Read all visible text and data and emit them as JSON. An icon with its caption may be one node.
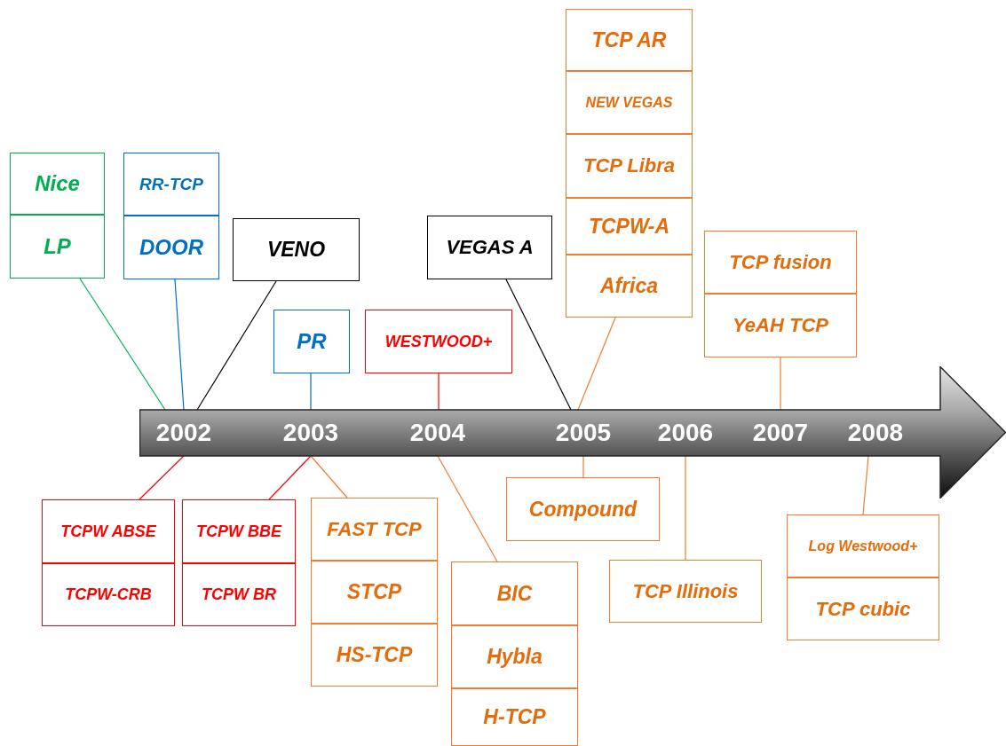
{
  "diagram": {
    "nodes": [
      {
        "text": [
          "Nice"
        ]
      },
      {
        "text": [
          "LP"
        ]
      },
      {
        "text": [
          "RR-TCP"
        ]
      },
      {
        "text": [
          "DOOR"
        ]
      },
      {
        "text": [
          "VENO"
        ]
      },
      {
        "text": [
          "PR"
        ]
      },
      {
        "text": [
          "WESTWOOD+"
        ]
      },
      {
        "text": [
          "VEGAS A"
        ]
      },
      {
        "text": [
          "TCP AR"
        ]
      },
      {
        "text": [
          "NEW VEGAS"
        ]
      },
      {
        "text": [
          "TCP Libra"
        ]
      },
      {
        "text": [
          "TCPW-A"
        ]
      },
      {
        "text": [
          "Africa"
        ]
      },
      {
        "text": [
          "TCP fusion"
        ]
      },
      {
        "text": [
          "YeAH TCP"
        ]
      },
      {
        "text": [],
        "shape": "arrow"
      },
      {
        "text": [
          "2002"
        ],
        "in": 15
      },
      {
        "text": [
          "2003"
        ],
        "in": 15
      },
      {
        "text": [
          "2004"
        ],
        "in": 15
      },
      {
        "text": [
          "2005"
        ],
        "in": 15
      },
      {
        "text": [
          "2006"
        ],
        "in": 15
      },
      {
        "text": [
          "2007"
        ],
        "in": 15
      },
      {
        "text": [
          "2008"
        ],
        "in": 15
      },
      {
        "text": [
          "TCPW ABSE"
        ]
      },
      {
        "text": [
          "TCPW-CRB"
        ]
      },
      {
        "text": [
          "TCPW BBE"
        ]
      },
      {
        "text": [
          "TCPW BR"
        ]
      },
      {
        "text": [
          "FAST TCP"
        ]
      },
      {
        "text": [
          "STCP"
        ]
      },
      {
        "text": [
          "HS-TCP"
        ]
      },
      {
        "text": [
          "BIC"
        ]
      },
      {
        "text": [
          "Hybla"
        ]
      },
      {
        "text": [
          "H-TCP"
        ]
      },
      {
        "text": [
          "Compound"
        ]
      },
      {
        "text": [
          "TCP Illinois"
        ]
      },
      {
        "text": [
          "Log Westwood+"
        ]
      },
      {
        "text": [
          "TCP cubic"
        ]
      }
    ],
    "edges": [
      {
        "from": 1,
        "to": 16,
        "arrow": "none",
        "color": "#00b050"
      },
      {
        "from": 3,
        "to": 16,
        "arrow": "none",
        "color": "#0070c0"
      },
      {
        "from": 4,
        "to": 16,
        "arrow": "none",
        "color": "#000000"
      },
      {
        "from": 5,
        "to": 17,
        "arrow": "none",
        "color": "#0070c0"
      },
      {
        "from": 6,
        "to": 18,
        "arrow": "none",
        "color": "#ff0000"
      },
      {
        "from": 7,
        "to": 19,
        "arrow": "none",
        "color": "#000000"
      },
      {
        "from": 12,
        "to": 19,
        "arrow": "none"
      },
      {
        "from": 14,
        "to": 21,
        "arrow": "none"
      },
      {
        "from": 23,
        "to": 16,
        "arrow": "none",
        "color": "#ff0000"
      },
      {
        "from": 25,
        "to": 17,
        "arrow": "none",
        "color": "#ff0000"
      },
      {
        "from": 27,
        "to": 17,
        "arrow": "none"
      },
      {
        "from": 30,
        "to": 18,
        "arrow": "none"
      },
      {
        "from": 33,
        "to": 19,
        "arrow": "none"
      },
      {
        "from": 34,
        "to": 20,
        "arrow": "none"
      },
      {
        "from": 35,
        "to": 22,
        "arrow": "none"
      }
    ]
  }
}
